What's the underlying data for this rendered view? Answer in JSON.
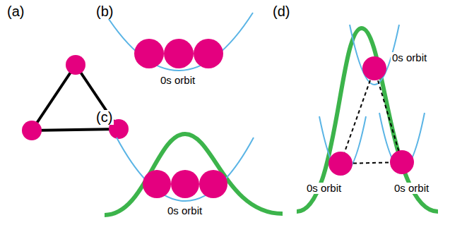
{
  "diagram": {
    "labels": [
      "(a)",
      "(b)",
      "(c)",
      "(d)",
      "0s orbit",
      "0s orbit",
      "0s orbit",
      "0s orbit",
      "0s orbit"
    ]
  }
}
